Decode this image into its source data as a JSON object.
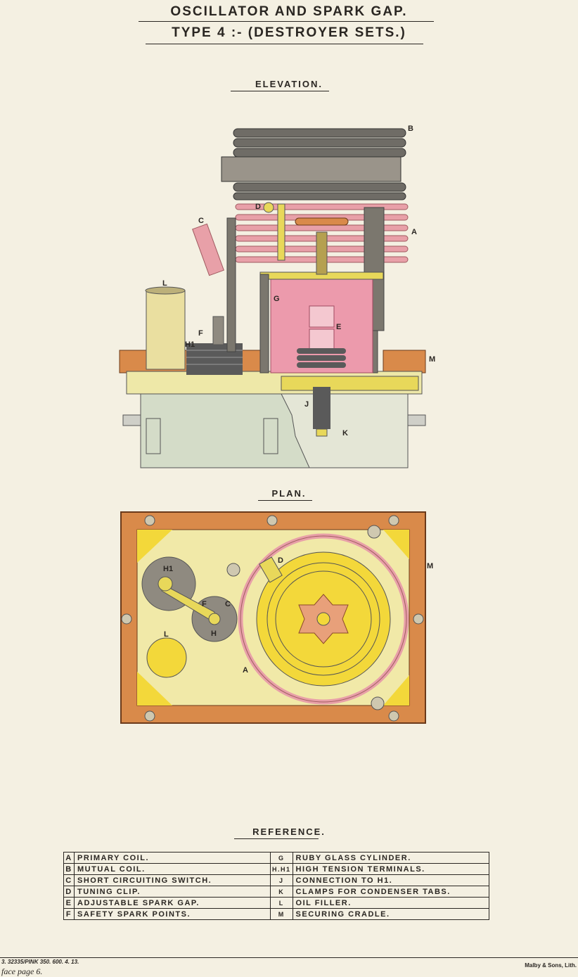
{
  "header": {
    "title": "OSCILLATOR AND SPARK GAP.",
    "subtitle": "TYPE 4 :- (DESTROYER SETS.)"
  },
  "sections": {
    "elevation": "ELEVATION.",
    "plan": "PLAN.",
    "reference": "REFERENCE."
  },
  "elevation_tags": [
    "A",
    "B",
    "C",
    "D",
    "E",
    "F",
    "G",
    "H1",
    "J",
    "K",
    "L",
    "M"
  ],
  "plan_tags": [
    "A",
    "C",
    "D",
    "F",
    "H",
    "H1",
    "L",
    "M"
  ],
  "reference": [
    {
      "key": "A",
      "text": "PRIMARY COIL."
    },
    {
      "key": "B",
      "text": "MUTUAL COIL."
    },
    {
      "key": "C",
      "text": "SHORT CIRCUITING SWITCH."
    },
    {
      "key": "D",
      "text": "TUNING CLIP."
    },
    {
      "key": "E",
      "text": "ADJUSTABLE SPARK GAP."
    },
    {
      "key": "F",
      "text": "SAFETY SPARK POINTS."
    },
    {
      "key": "G",
      "text": "RUBY GLASS CYLINDER."
    },
    {
      "key": "H.H1",
      "text": "HIGH TENSION TERMINALS."
    },
    {
      "key": "J",
      "text": "CONNECTION TO H1."
    },
    {
      "key": "K",
      "text": "CLAMPS FOR CONDENSER TABS."
    },
    {
      "key": "L",
      "text": "OIL FILLER."
    },
    {
      "key": "M",
      "text": "SECURING CRADLE."
    }
  ],
  "footer": {
    "print_code": "3. 32335/PINK 350. 600. 4. 13.",
    "face_page": "face page 6.",
    "lithographer": "Malby & Sons, Lith."
  },
  "colors": {
    "paper": "#f4f0e2",
    "coil_pink": "#e8a0a8",
    "ruby_glass": "#ec9aac",
    "wood": "#d98a4a",
    "brass": "#e8d85a",
    "grey_metal": "#8f8a80",
    "pale_green": "#d4dcc8"
  }
}
